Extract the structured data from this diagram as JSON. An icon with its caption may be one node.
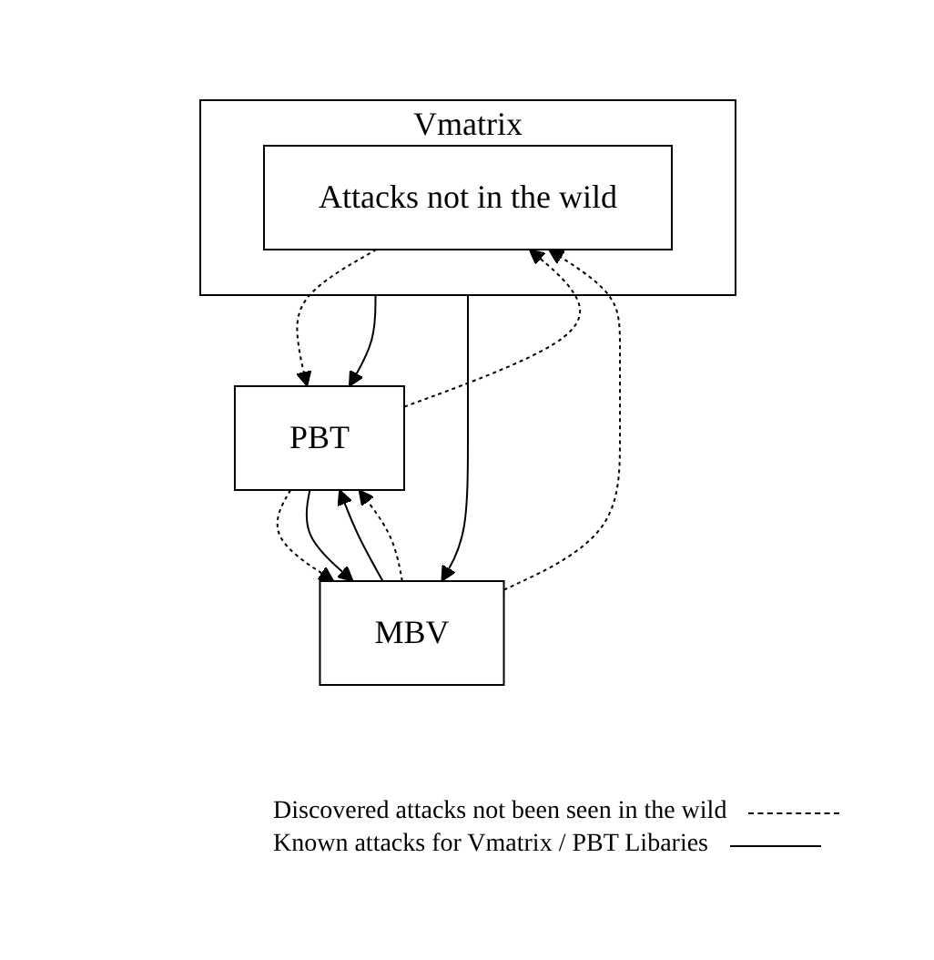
{
  "diagram": {
    "nodes": [
      {
        "text": [
          "Vmatrix"
        ]
      },
      {
        "text": [
          "Attacks not in the wild"
        ],
        "in": 0
      },
      {
        "text": [
          "PBT"
        ]
      },
      {
        "text": [
          "MBV"
        ]
      }
    ],
    "edges": [
      {
        "from": 0,
        "to": 2,
        "arrow": "to"
      },
      {
        "from": 1,
        "to": 2,
        "arrow": "to",
        "style": "dashed"
      },
      {
        "from": 0,
        "to": 3,
        "arrow": "to"
      },
      {
        "from": 2,
        "to": 1,
        "arrow": "to",
        "style": "dashed"
      },
      {
        "from": 3,
        "to": 1,
        "arrow": "to",
        "style": "dashed"
      },
      {
        "from": 3,
        "to": 2,
        "arrow": "to"
      },
      {
        "from": 3,
        "to": 2,
        "arrow": "to",
        "style": "dashed"
      },
      {
        "from": 2,
        "to": 3,
        "arrow": "to",
        "style": "dashed"
      },
      {
        "from": 2,
        "to": 3,
        "arrow": "to"
      }
    ],
    "legend": [
      {
        "text": "Discovered attacks not been seen in the wild"
      },
      {
        "text": "Known attacks for Vmatrix / PBT Libaries"
      }
    ]
  }
}
